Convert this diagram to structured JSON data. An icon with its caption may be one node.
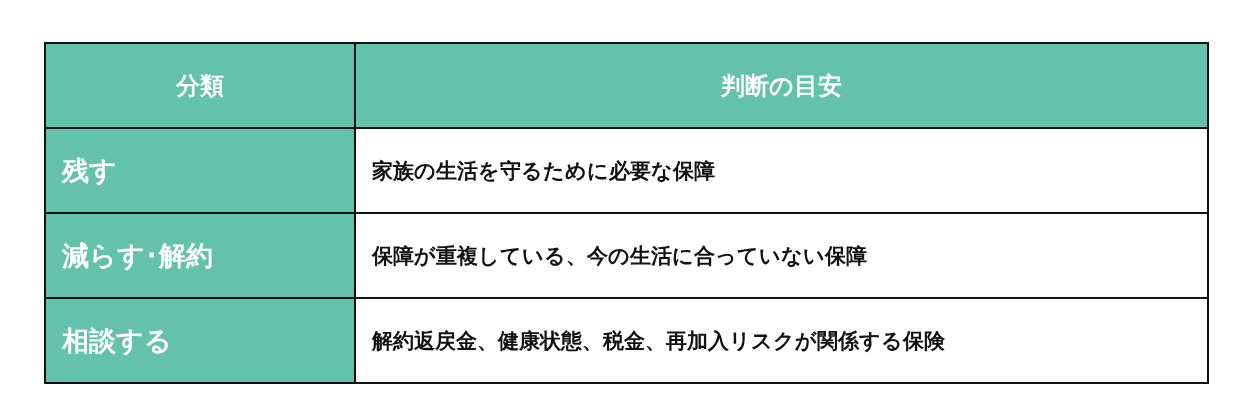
{
  "diagram": {
    "labels": [
      "分類",
      "判断の目安",
      "残す",
      "家族の生活を守るために必要な保障",
      "減らす･解約",
      "保障が重複している、今の生活に合っていない保障",
      "相談する",
      "解約返戻金、健康状態、税金、再加入リスクが関係する保険"
    ]
  }
}
